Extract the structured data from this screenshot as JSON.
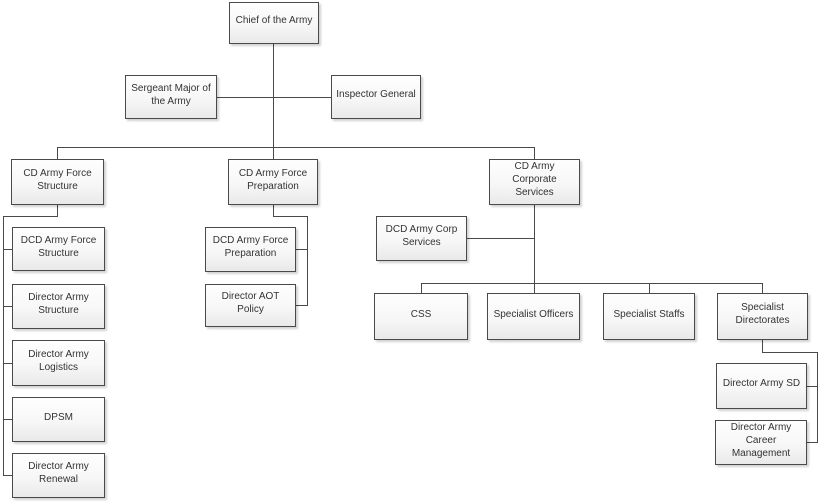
{
  "diagram": {
    "type": "org-chart",
    "root": "chief"
  },
  "colors": {
    "background": "#ffffff",
    "box_border": "#4a4a4a",
    "box_fill_top": "#fefefe",
    "box_fill_bottom": "#e9e9e9",
    "connector": "#4a4a4a",
    "text": "#333333"
  },
  "nodes": {
    "chief": {
      "label": "Chief of the Army"
    },
    "sergeant_major": {
      "label": "Sergeant Major of\nthe Army"
    },
    "inspector_general": {
      "label": "Inspector General"
    },
    "cd_army_force_structure": {
      "label": "CD Army Force\nStructure"
    },
    "cd_army_force_preparation": {
      "label": "CD Army Force\nPreparation"
    },
    "cd_army_corporate_services": {
      "label": "CD Army Corporate\nServices"
    },
    "dcd_army_force_structure": {
      "label": "DCD Army Force\nStructure"
    },
    "director_army_structure": {
      "label": "Director Army\nStructure"
    },
    "director_army_logistics": {
      "label": "Director Army\nLogistics"
    },
    "dpsm": {
      "label": "DPSM"
    },
    "director_army_renewal": {
      "label": "Director Army\nRenewal"
    },
    "dcd_army_force_preparation": {
      "label": "DCD Army Force\nPreparation"
    },
    "director_aot_policy": {
      "label": "Director AOT Policy"
    },
    "dcd_army_corp_services": {
      "label": "DCD Army Corp\nServices"
    },
    "css": {
      "label": "CSS"
    },
    "specialist_officers": {
      "label": "Specialist Officers"
    },
    "specialist_staffs": {
      "label": "Specialist Staffs"
    },
    "specialist_directorates": {
      "label": "Specialist\nDirectorates"
    },
    "director_army_sd": {
      "label": "Director Army SD"
    },
    "director_army_career_management": {
      "label": "Director Army\nCareer Management"
    }
  },
  "edges": [
    {
      "parent": "chief",
      "child": "sergeant_major",
      "style": "assistant"
    },
    {
      "parent": "chief",
      "child": "inspector_general",
      "style": "assistant"
    },
    {
      "parent": "chief",
      "child": "cd_army_force_structure",
      "style": "subordinate"
    },
    {
      "parent": "chief",
      "child": "cd_army_force_preparation",
      "style": "subordinate"
    },
    {
      "parent": "chief",
      "child": "cd_army_corporate_services",
      "style": "subordinate"
    },
    {
      "parent": "cd_army_force_structure",
      "child": "dcd_army_force_structure",
      "style": "subordinate"
    },
    {
      "parent": "cd_army_force_structure",
      "child": "director_army_structure",
      "style": "subordinate"
    },
    {
      "parent": "cd_army_force_structure",
      "child": "director_army_logistics",
      "style": "subordinate"
    },
    {
      "parent": "cd_army_force_structure",
      "child": "dpsm",
      "style": "subordinate"
    },
    {
      "parent": "cd_army_force_structure",
      "child": "director_army_renewal",
      "style": "subordinate"
    },
    {
      "parent": "cd_army_force_preparation",
      "child": "dcd_army_force_preparation",
      "style": "subordinate"
    },
    {
      "parent": "cd_army_force_preparation",
      "child": "director_aot_policy",
      "style": "subordinate"
    },
    {
      "parent": "cd_army_corporate_services",
      "child": "dcd_army_corp_services",
      "style": "assistant"
    },
    {
      "parent": "cd_army_corporate_services",
      "child": "css",
      "style": "subordinate"
    },
    {
      "parent": "cd_army_corporate_services",
      "child": "specialist_officers",
      "style": "subordinate"
    },
    {
      "parent": "cd_army_corporate_services",
      "child": "specialist_staffs",
      "style": "subordinate"
    },
    {
      "parent": "cd_army_corporate_services",
      "child": "specialist_directorates",
      "style": "subordinate"
    },
    {
      "parent": "specialist_directorates",
      "child": "director_army_sd",
      "style": "subordinate"
    },
    {
      "parent": "specialist_directorates",
      "child": "director_army_career_management",
      "style": "subordinate"
    }
  ]
}
